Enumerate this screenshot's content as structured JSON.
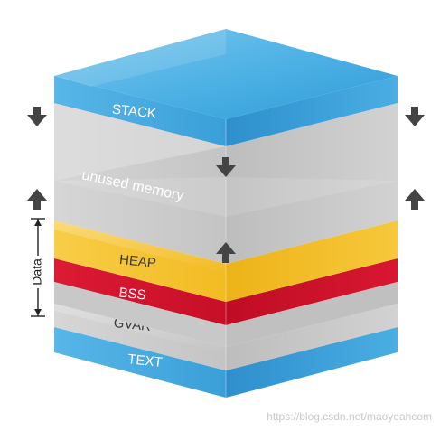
{
  "segments": {
    "stack": {
      "label": "STACK",
      "color": "#3ea6de"
    },
    "unused": {
      "label": "unused memory",
      "color": "#cfcfcf"
    },
    "heap": {
      "label": "HEAP",
      "color": "#f6c433"
    },
    "bss": {
      "label": "BSS",
      "color": "#d2122e"
    },
    "gvar": {
      "label": "GVAR",
      "color": "#cccccc"
    },
    "text": {
      "label": "TEXT",
      "color": "#3ea6de"
    }
  },
  "data_bracket": {
    "label": "Data"
  },
  "watermark": "https://blog.csdn.net/maoyeahcom"
}
